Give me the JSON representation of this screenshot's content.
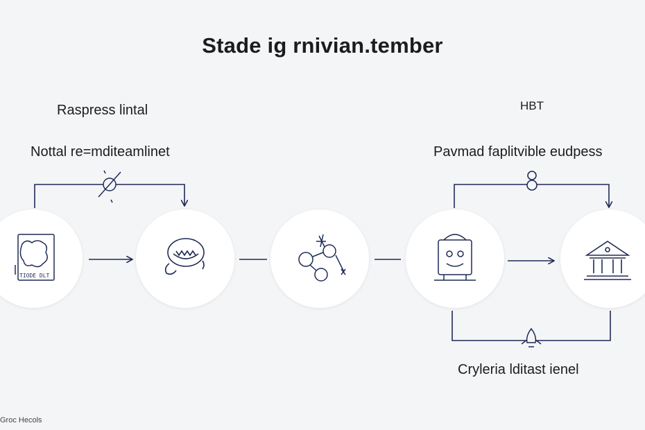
{
  "title": "Stade ig rnivian.tember",
  "labels": {
    "top_left": "Raspress lintal",
    "mid_left": "Nottal re=mditeamlinet",
    "top_right": "HBT",
    "mid_right": "Pavmad faplitvible eudpess",
    "bottom_right": "Cryleria lditast ienel"
  },
  "node_boxes": {
    "first": "TIODE DLT"
  },
  "footer": "Groc Hecols",
  "colors": {
    "background": "#f4f5f7",
    "node_fill": "#ffffff",
    "stroke": "#1f2a56",
    "text": "#1c1c1c"
  },
  "icons": [
    "document-icon",
    "face-icon",
    "molecule-icon",
    "robot-icon",
    "bank-icon",
    "connector-icon",
    "ring-icon",
    "rocket-icon"
  ]
}
